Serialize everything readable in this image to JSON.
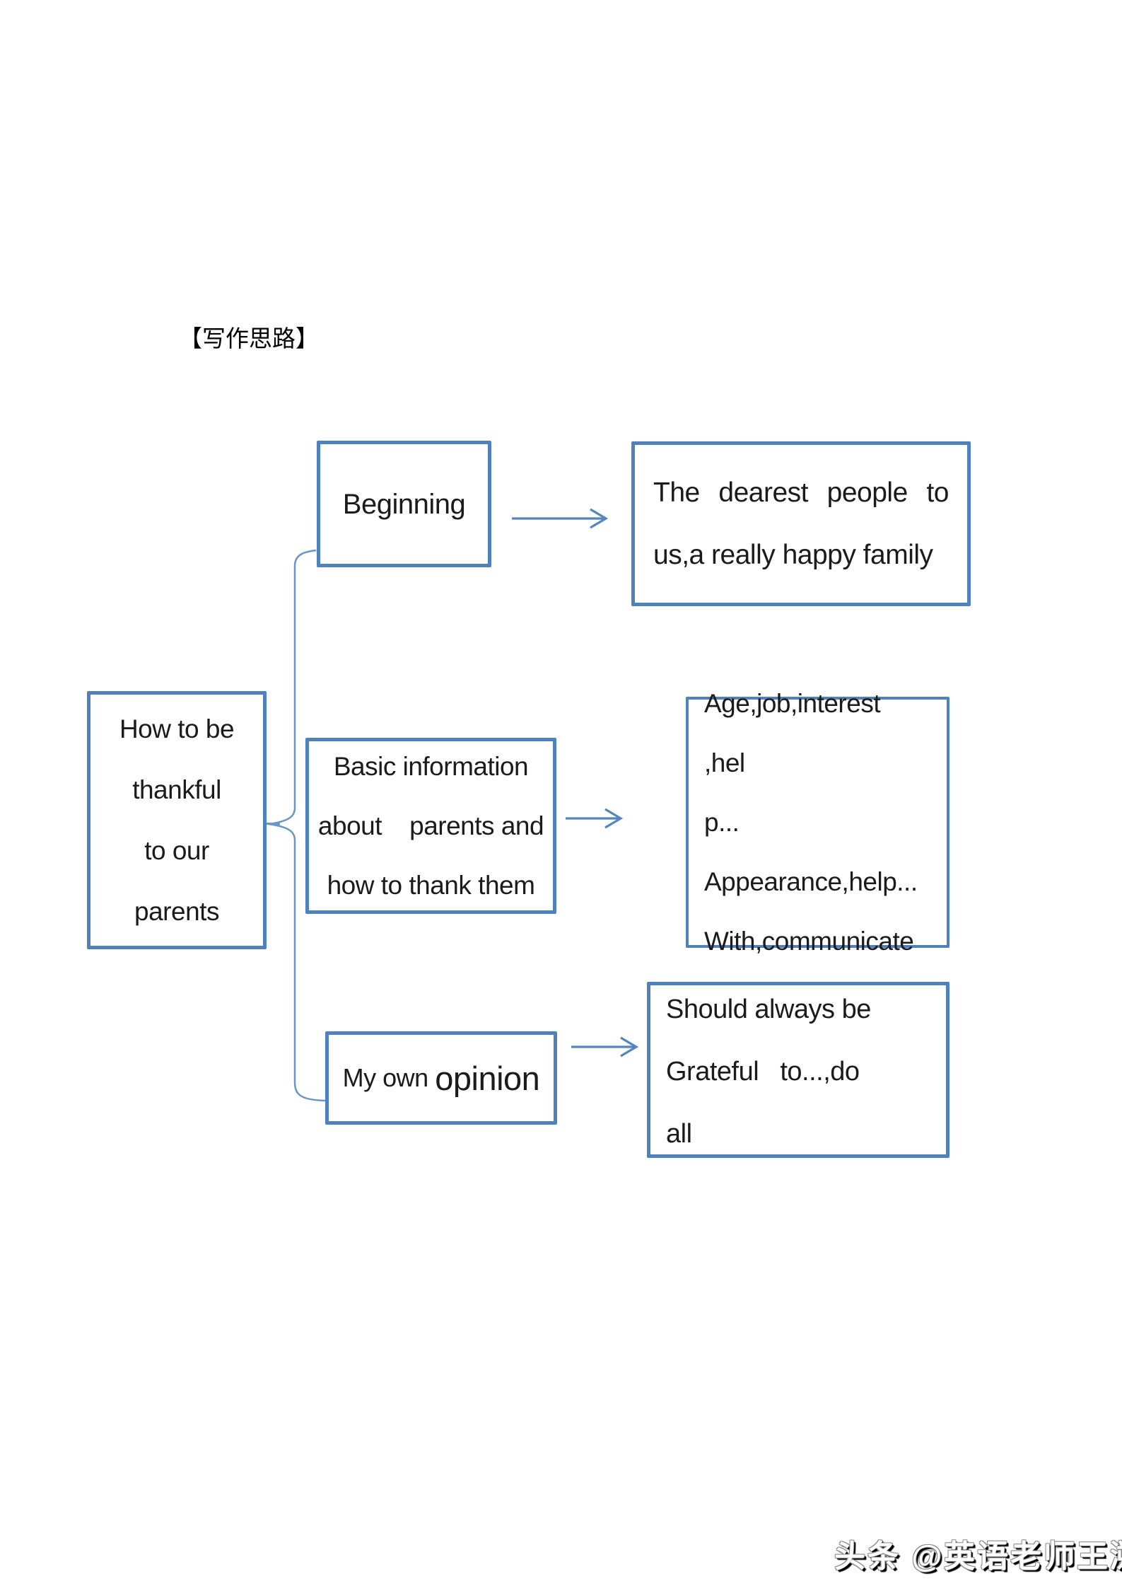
{
  "title": "【写作思路】",
  "colors": {
    "box_border": "#4f81bd",
    "connector_line": "#6a95c5",
    "arrow_line": "#5585bf",
    "text": "#1b1b1b",
    "background": "#ffffff"
  },
  "diagram": {
    "root_topic": {
      "lines": [
        "How to be",
        "thankful",
        "to our",
        "parents"
      ]
    },
    "branch_beginning": {
      "label": "Beginning",
      "detail_lines": [
        "The dearest people to",
        "us,a really happy family"
      ]
    },
    "branch_basic_info": {
      "lines": [
        "Basic information",
        "about    parents and",
        "how to thank them"
      ],
      "detail_lines": [
        "Age,job,interest   ,hel",
        "p...",
        "Appearance,help...",
        "With,communicate"
      ]
    },
    "branch_opinion": {
      "label_small": "My own ",
      "label_large": "opinion",
      "detail_lines": [
        "Should always be",
        "Grateful   to...,do        all"
      ]
    }
  },
  "watermark": "头条 @英语老师王溯"
}
